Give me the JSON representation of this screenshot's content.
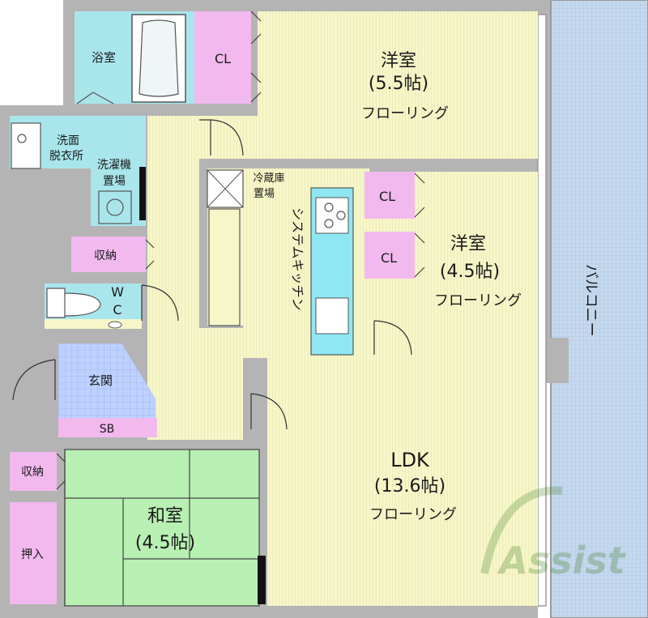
{
  "colors": {
    "wall": "#b4b4b4",
    "wall_outline": "#8c8c8c",
    "flooring": "#f6f6c9",
    "flooring_line": "#dcdca0",
    "wet_area": "#a9e6ec",
    "closet": "#f2b9ef",
    "tatami": "#b7f0b2",
    "entrance_tile": "#bdd0ff",
    "balcony": "#c4d8ee",
    "kitchen_counter": "#8fe7f2"
  },
  "rooms": {
    "western_1": {
      "name": "洋室",
      "size": "(5.5帖)",
      "floor": "フローリング"
    },
    "western_2": {
      "name": "洋室",
      "size": "(4.5帖)",
      "floor": "フローリング"
    },
    "ldk": {
      "name": "LDK",
      "size": "(13.6帖)",
      "floor": "フローリング"
    },
    "japanese": {
      "name": "和室",
      "size": "(4.5帖)"
    },
    "bath": {
      "name": "浴室"
    },
    "washroom": {
      "name_line1": "洗面",
      "name_line2": "脱衣所"
    },
    "laundry": {
      "name_line1": "洗濯機",
      "name_line2": "置場"
    },
    "fridge": {
      "name_line1": "冷蔵庫",
      "name_line2": "置場"
    },
    "kitchen": {
      "name": "システムキッチン"
    },
    "wc": {
      "line1": "W",
      "line2": "C"
    },
    "entrance": {
      "name": "玄関"
    },
    "shoe_box": {
      "name": "SB"
    },
    "balcony": {
      "name": "バルコニー"
    }
  },
  "storage": {
    "cl_top": "CL",
    "cl_mid_1": "CL",
    "cl_mid_2": "CL",
    "shuno_hall": "収納",
    "shuno_washitsu": "収納",
    "oshiire": "押入"
  },
  "watermark": {
    "brand": "Assist"
  }
}
